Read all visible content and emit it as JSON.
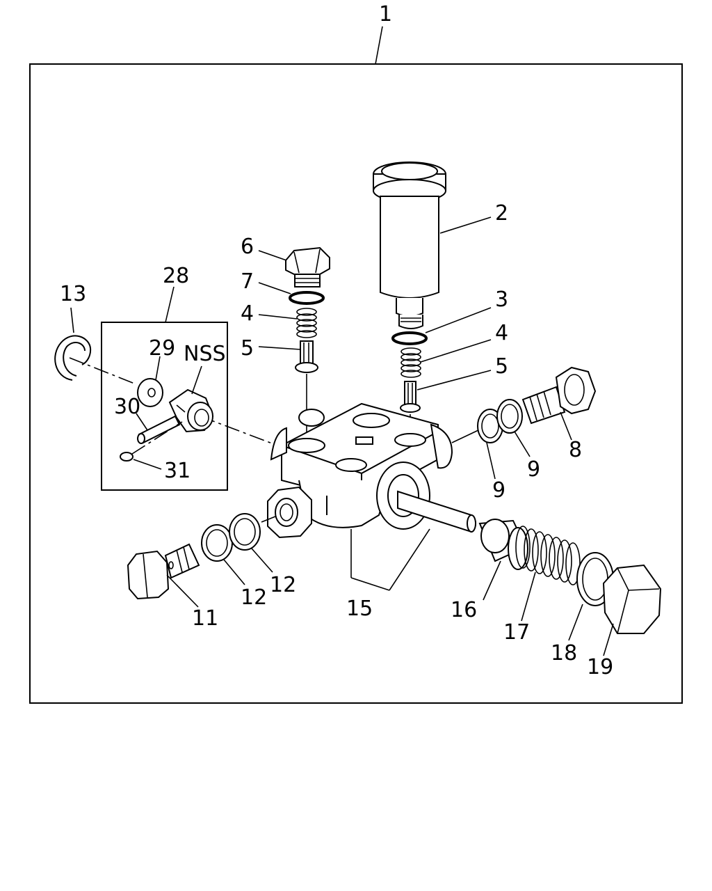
{
  "diagram_title": "",
  "labels": {
    "l1": "1",
    "l2": "2",
    "l3": "3",
    "l4a": "4",
    "l4b": "4",
    "l5a": "5",
    "l5b": "5",
    "l6": "6",
    "l7": "7",
    "l8": "8",
    "l9a": "9",
    "l9b": "9",
    "l11": "11",
    "l12a": "12",
    "l12b": "12",
    "l13": "13",
    "l15": "15",
    "l16": "16",
    "l17": "17",
    "l18": "18",
    "l19": "19",
    "l28": "28",
    "l29": "29",
    "l30": "30",
    "l31": "31",
    "lnss": "NSS"
  }
}
